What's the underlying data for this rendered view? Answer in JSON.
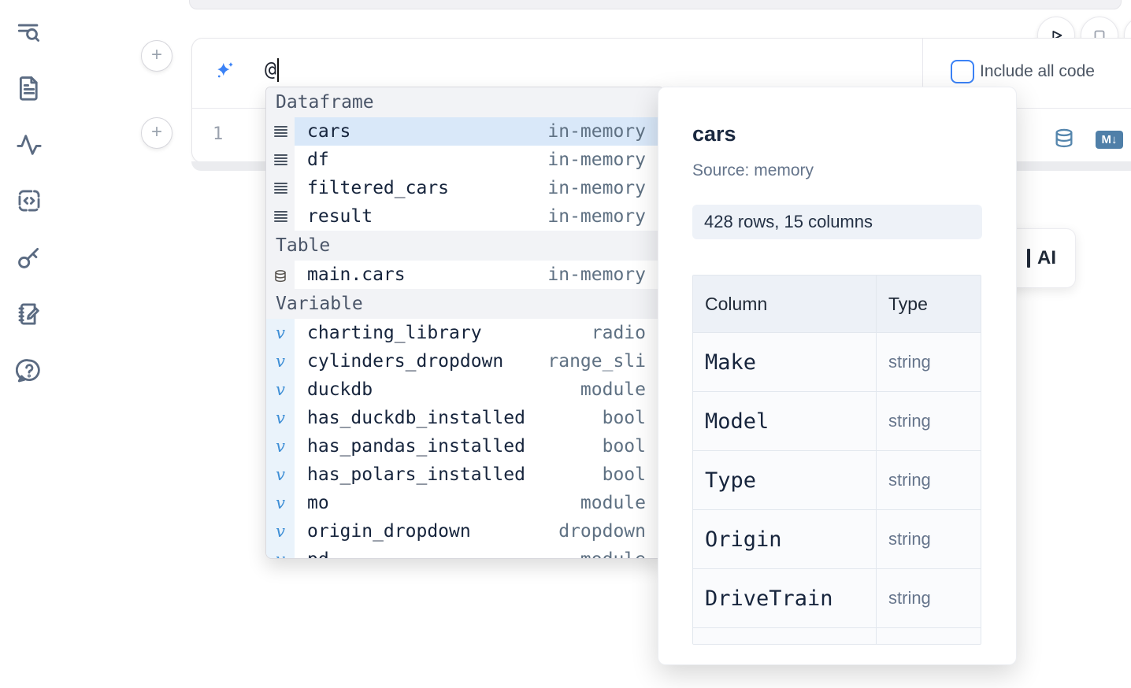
{
  "ai_cell": {
    "prompt_value": "@",
    "include_all_code_label": "Include all code",
    "checkbox_checked": false,
    "line_number": "1"
  },
  "cell_toolbar": {
    "markdown_badge": "M↓"
  },
  "autocomplete": {
    "sections": [
      {
        "label": "Dataframe",
        "items": [
          {
            "icon": "dataframe-icon",
            "name": "cars",
            "type": "in-memory",
            "selected": true
          },
          {
            "icon": "dataframe-icon",
            "name": "df",
            "type": "in-memory",
            "selected": false
          },
          {
            "icon": "dataframe-icon",
            "name": "filtered_cars",
            "type": "in-memory",
            "selected": false
          },
          {
            "icon": "dataframe-icon",
            "name": "result",
            "type": "in-memory",
            "selected": false
          }
        ]
      },
      {
        "label": "Table",
        "items": [
          {
            "icon": "database-icon",
            "name": "main.cars",
            "type": "in-memory",
            "selected": false
          }
        ]
      },
      {
        "label": "Variable",
        "items": [
          {
            "icon": "variable-icon",
            "name": "charting_library",
            "type": "radio",
            "selected": false
          },
          {
            "icon": "variable-icon",
            "name": "cylinders_dropdown",
            "type": "range_sli",
            "selected": false
          },
          {
            "icon": "variable-icon",
            "name": "duckdb",
            "type": "module",
            "selected": false
          },
          {
            "icon": "variable-icon",
            "name": "has_duckdb_installed",
            "type": "bool",
            "selected": false
          },
          {
            "icon": "variable-icon",
            "name": "has_pandas_installed",
            "type": "bool",
            "selected": false
          },
          {
            "icon": "variable-icon",
            "name": "has_polars_installed",
            "type": "bool",
            "selected": false
          },
          {
            "icon": "variable-icon",
            "name": "mo",
            "type": "module",
            "selected": false
          },
          {
            "icon": "variable-icon",
            "name": "origin_dropdown",
            "type": "dropdown",
            "selected": false
          },
          {
            "icon": "variable-icon",
            "name": "pd",
            "type": "module",
            "selected": false
          }
        ]
      }
    ]
  },
  "preview": {
    "title": "cars",
    "source": "Source: memory",
    "shape_badge": "428 rows, 15 columns",
    "table": {
      "headers": [
        "Column",
        "Type"
      ],
      "rows": [
        [
          "Make",
          "string"
        ],
        [
          "Model",
          "string"
        ],
        [
          "Type",
          "string"
        ],
        [
          "Origin",
          "string"
        ],
        [
          "DriveTrain",
          "string"
        ]
      ]
    }
  },
  "ai_card": {
    "label": "AI"
  },
  "colors": {
    "accent_blue": "#3b82f6",
    "selected_row": "#d9e8f9",
    "steel_blue_icon": "#5586ad"
  }
}
